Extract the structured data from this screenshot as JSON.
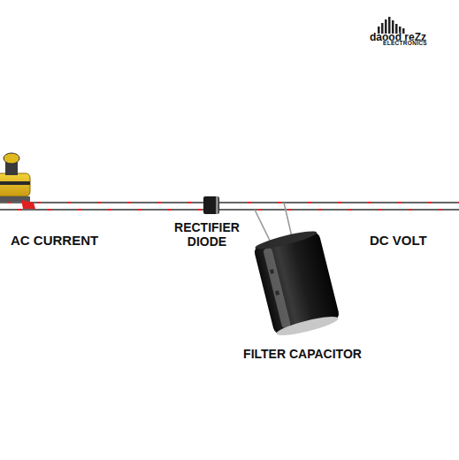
{
  "diagram": {
    "labels": [
      "daood reZz",
      "ELECTRONICS",
      "AC CURRENT",
      "RECTIFIER DIODE",
      "DC VOLT",
      "FILTER CAPACITOR"
    ]
  }
}
